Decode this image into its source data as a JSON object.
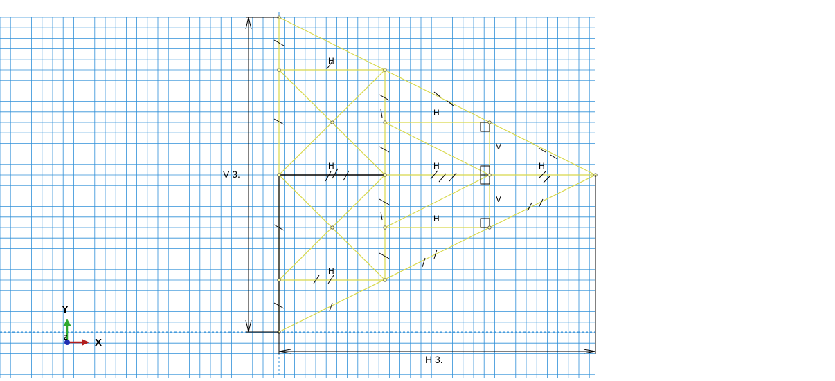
{
  "sketch": {
    "dimension_vertical_label": "V 3.",
    "dimension_horizontal_label": "H 3.",
    "constraint_labels": {
      "horizontal": "H",
      "vertical": "V"
    }
  },
  "triad": {
    "y_label": "Y",
    "x_label": "X",
    "z_label": "Z"
  },
  "colors": {
    "grid": "#2f8fd8",
    "geometry": "#d8d84a",
    "dimension": "#000000",
    "axis_y": "#2fa82f",
    "axis_x": "#b21f1f",
    "axis_z": "#1f2fb2"
  }
}
